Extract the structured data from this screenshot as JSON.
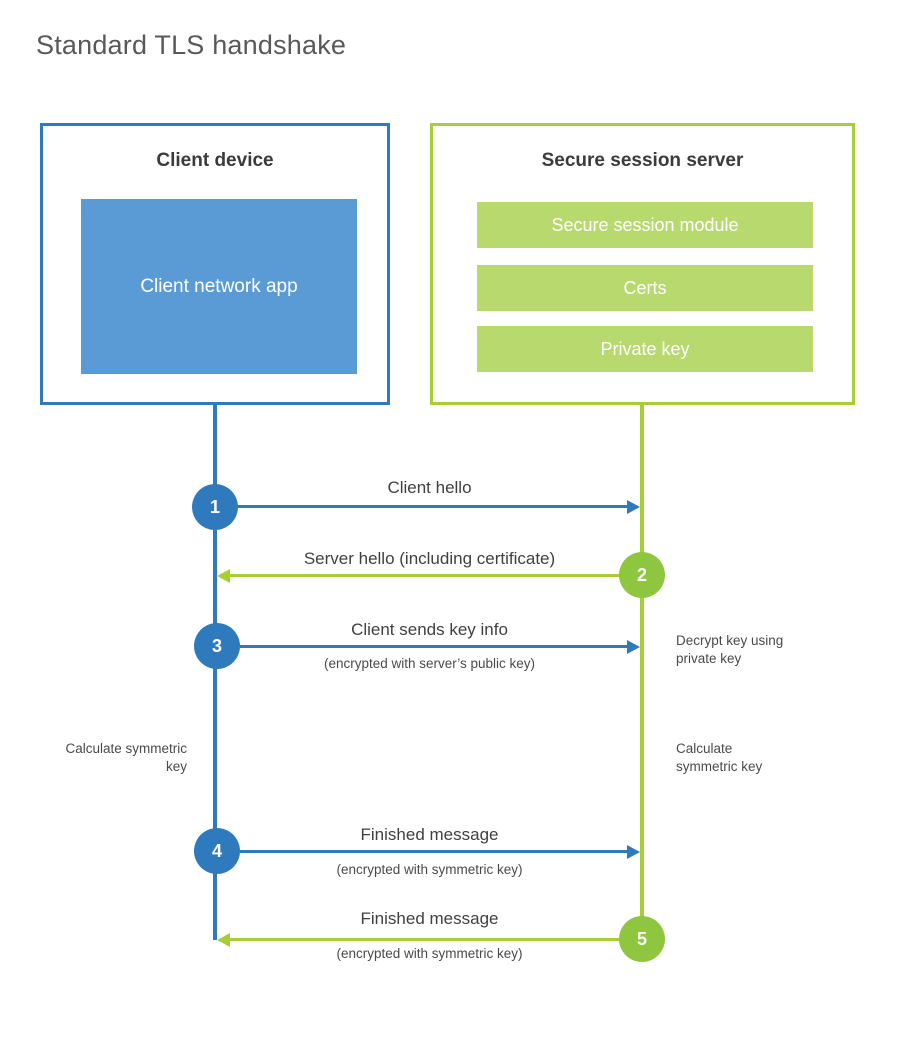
{
  "title": "Standard TLS handshake",
  "colors": {
    "blue_line": "#2f7abc",
    "blue_fill": "#5b9bd5",
    "green_line": "#a6ce39",
    "green_fill": "#b7d96e",
    "green_circle": "#8fc63f"
  },
  "client": {
    "title": "Client device",
    "app_label": "Client network app"
  },
  "server": {
    "title": "Secure session server",
    "modules": [
      "Secure session module",
      "Certs",
      "Private key"
    ]
  },
  "steps": [
    {
      "num": "1",
      "label": "Client hello",
      "sub": ""
    },
    {
      "num": "2",
      "label": "Server hello (including certificate)",
      "sub": ""
    },
    {
      "num": "3",
      "label": "Client sends key info",
      "sub": "(encrypted with server’s public key)"
    },
    {
      "num": "4",
      "label": "Finished message",
      "sub": "(encrypted with symmetric key)"
    },
    {
      "num": "5",
      "label": "Finished message",
      "sub": "(encrypted with symmetric key)"
    }
  ],
  "notes": {
    "decrypt": "Decrypt key using private key",
    "calc_left": "Calculate symmetric key",
    "calc_right": "Calculate symmetric key"
  }
}
